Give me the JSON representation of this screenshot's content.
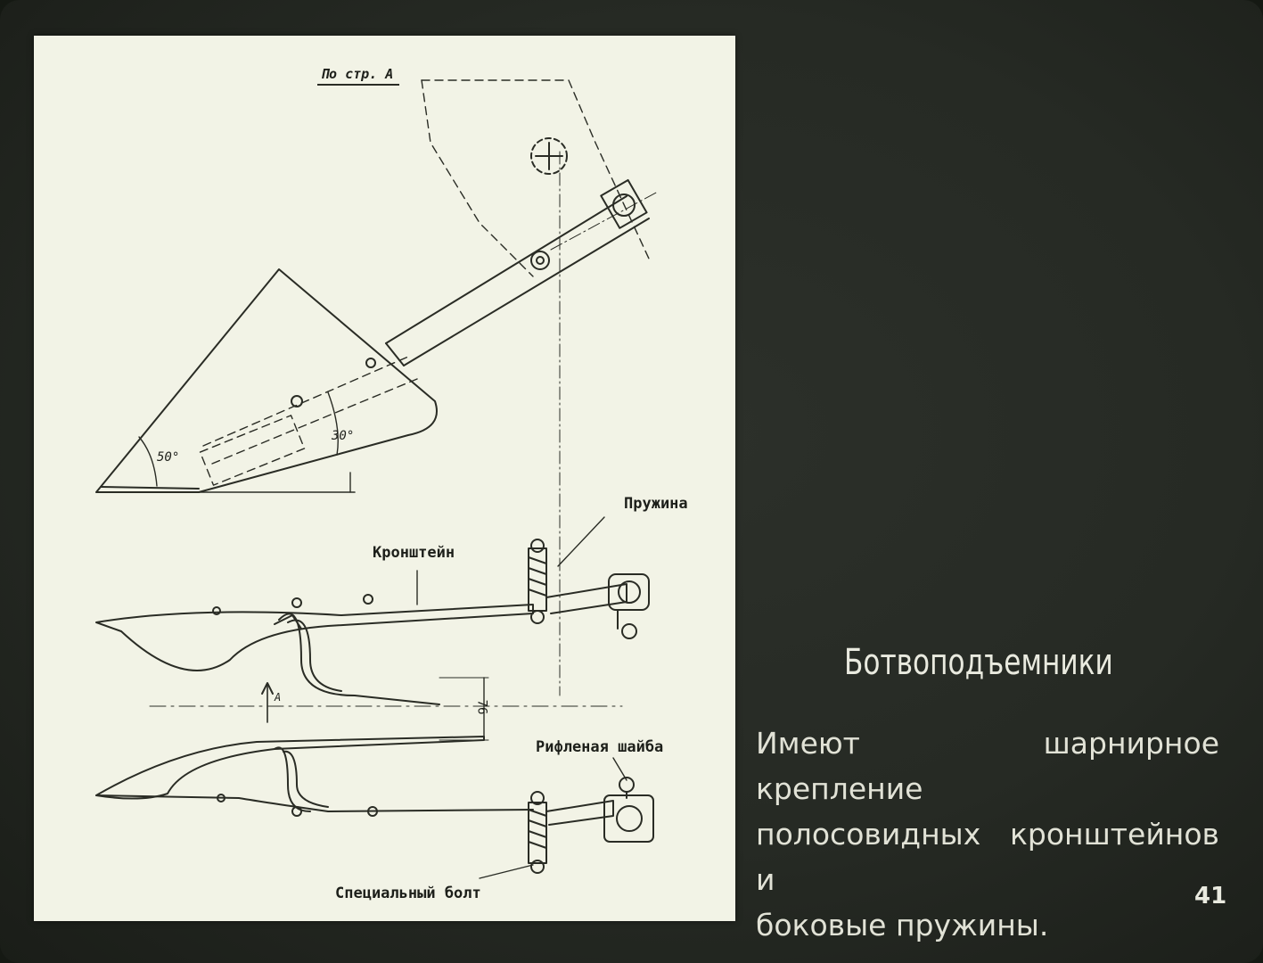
{
  "drawing": {
    "view_label": "По стр. А",
    "angle_left": "50°",
    "angle_right": "30°",
    "labels": {
      "spring": "Пружина",
      "bracket": "Кронштейн",
      "dimension": "76",
      "arrow_a": "А",
      "washer": "Рифленая шайба",
      "bolt": "Специальный болт"
    }
  },
  "text": {
    "title": "Ботвоподъемники",
    "description_lines": [
      "Имеют шарнирное крепление",
      "полосовидных кронштейнов и",
      "боковые пружины."
    ],
    "page_number": "41"
  }
}
